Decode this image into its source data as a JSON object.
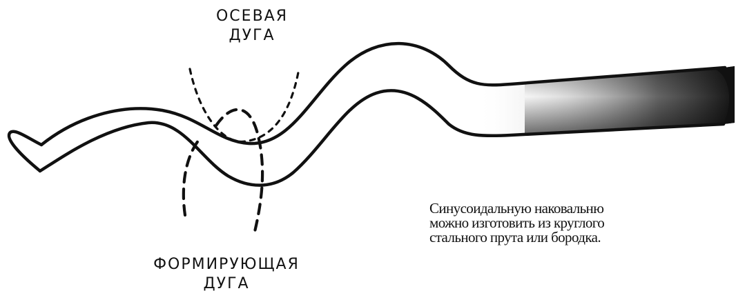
{
  "labels": {
    "axis_arc": [
      "ОСЕВАЯ",
      "ДУГА"
    ],
    "forming_arc": [
      "ФОРМИРУЮЩАЯ",
      "ДУГА"
    ]
  },
  "caption": [
    "Синусоидальную наковальню",
    "можно изготовить из круглого",
    "стального прута или бородка."
  ],
  "colors": {
    "ink": "#111111",
    "rod_dark": "#1a1a1a"
  }
}
